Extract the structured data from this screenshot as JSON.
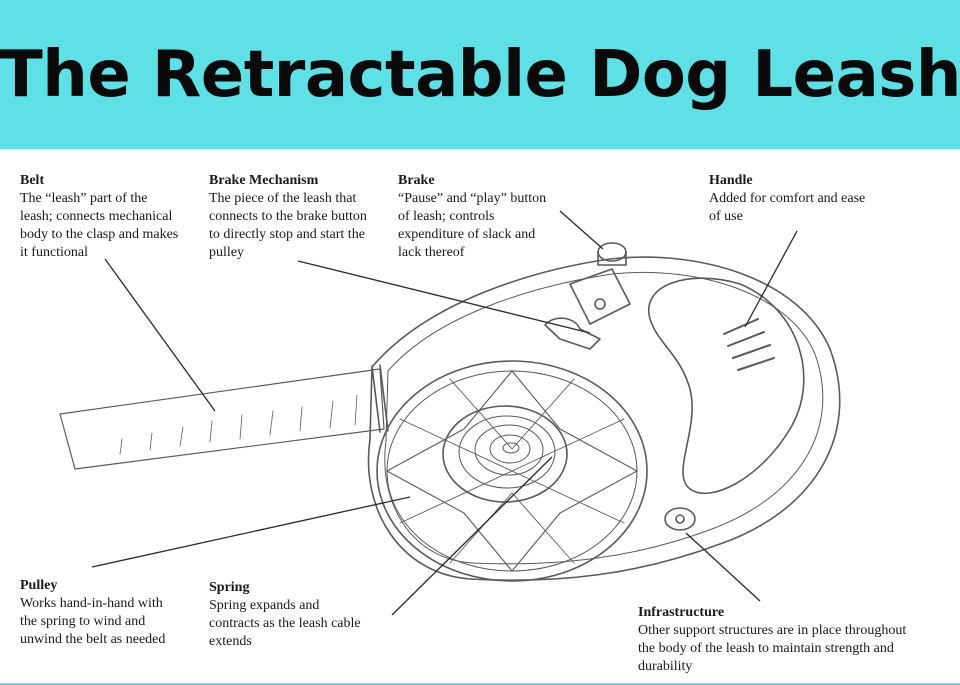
{
  "title": "The Retractable Dog Leash",
  "colors": {
    "banner": "#5ee0e6",
    "title_text": "#0a0a0a",
    "ink": "#1a1a1a",
    "pencil": "#5a5a5a"
  },
  "parts": {
    "belt": {
      "title": "Belt",
      "lines": [
        "The “leash” part of the",
        "leash; connects mechanical",
        "body to the clasp and makes",
        "it functional"
      ]
    },
    "brake_mechanism": {
      "title": "Brake Mechanism",
      "lines": [
        "The piece of the leash that",
        "connects to the brake button",
        "to directly stop and start the",
        "pulley"
      ]
    },
    "brake": {
      "title": "Brake",
      "lines": [
        "“Pause” and “play” button",
        "of leash; controls",
        "expenditure of slack and",
        "lack thereof"
      ]
    },
    "handle": {
      "title": "Handle",
      "lines": [
        "Added for comfort and ease",
        "of use"
      ]
    },
    "pulley": {
      "title": "Pulley",
      "lines": [
        "Works hand-in-hand with",
        "the spring to wind and",
        "unwind the belt as needed"
      ]
    },
    "spring": {
      "title": "Spring",
      "lines": [
        "Spring expands and",
        "contracts as the leash cable",
        "extends"
      ]
    },
    "infrastructure": {
      "title": "Infrastructure",
      "lines": [
        "Other support structures are in place throughout",
        "the body of the leash to maintain strength and",
        "durability"
      ]
    }
  }
}
